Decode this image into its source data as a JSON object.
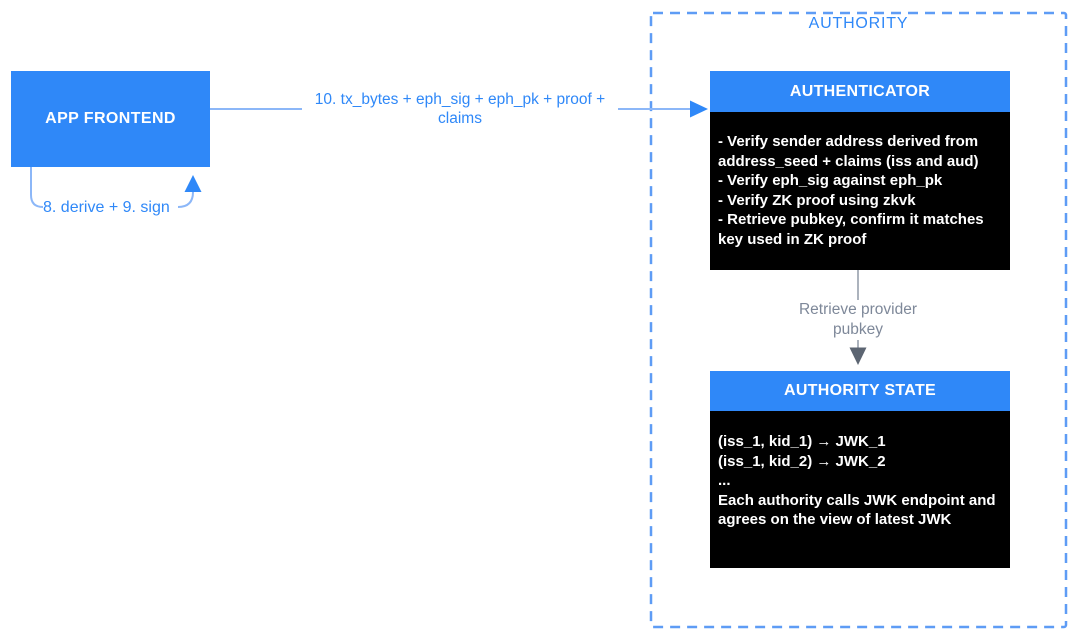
{
  "colors": {
    "node-blue": "#2F88F8",
    "arrow-blue": "#2F88F8",
    "line-blue": "#8CB7F8",
    "dash-blue": "#5E9CF5",
    "label-blue": "#2F88F8",
    "line-gray": "#A3ABB6",
    "arrow-gray": "#5C6572",
    "label-gray": "#7E8899",
    "box-black": "#000000",
    "text-white": "#FFFFFF",
    "background": "#FFFFFF"
  },
  "app_frontend": {
    "label": "APP FRONTEND"
  },
  "self_loop": {
    "label": "8. derive + 9. sign"
  },
  "main_arrow": {
    "label_lines": [
      "10. tx_bytes + eph_sig + eph_pk + proof +",
      "claims"
    ]
  },
  "authority": {
    "label": "AUTHORITY",
    "authenticator": {
      "title": "AUTHENTICATOR",
      "body_lines": [
        "- Verify sender address derived from",
        "address_seed + claims (iss and aud)",
        "- Verify eph_sig against eph_pk",
        "- Verify ZK proof using zkvk",
        "- Retrieve pubkey, confirm it matches",
        "key used in ZK proof"
      ]
    },
    "retrieve_arrow": {
      "label_lines": [
        "Retrieve provider",
        "pubkey"
      ]
    },
    "authority_state": {
      "title": "AUTHORITY STATE",
      "body_lines": [
        "(iss_1, kid_1) → JWK_1",
        "(iss_1, kid_2) → JWK_2",
        "...",
        "Each authority calls JWK endpoint and",
        "agrees on the view of latest JWK"
      ]
    }
  }
}
